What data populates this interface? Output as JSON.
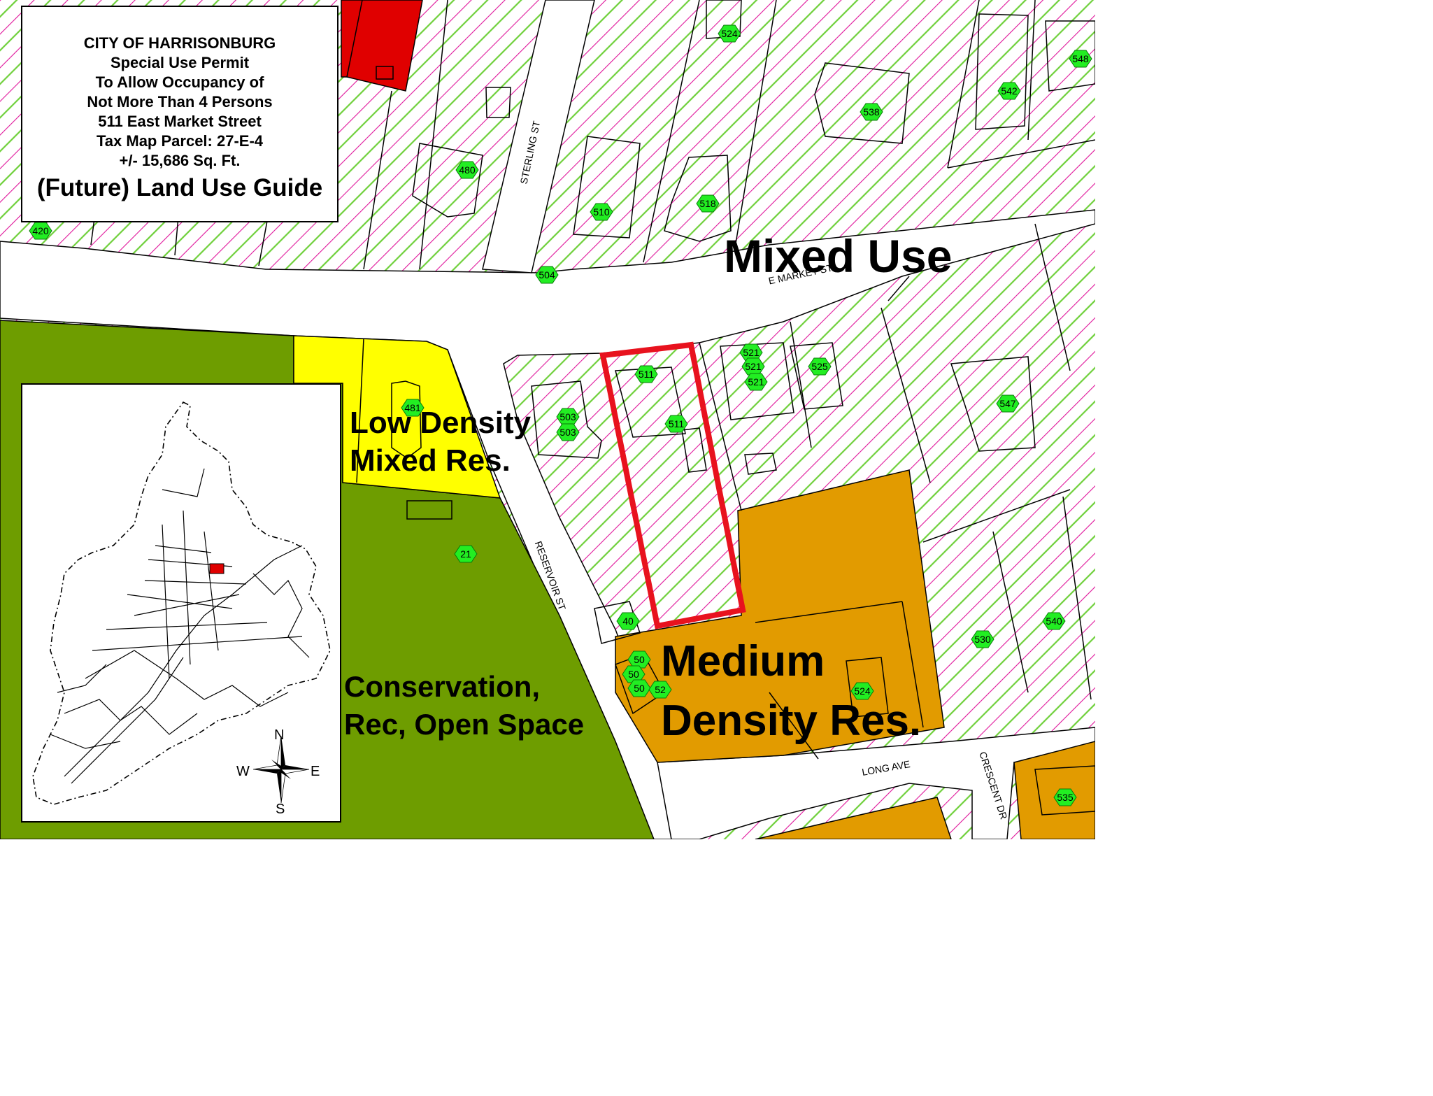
{
  "title": {
    "lines": [
      "CITY OF HARRISONBURG",
      "Special Use Permit",
      "To Allow Occupancy of",
      "Not More Than 4 Persons",
      "511 East Market Street",
      "Tax Map Parcel: 27-E-4",
      "+/- 15,686 Sq. Ft."
    ],
    "subtitle": "(Future) Land Use Guide"
  },
  "zones": {
    "mixed_use": "Mixed Use",
    "low_density_1": "Low Density",
    "low_density_2": "Mixed Res.",
    "medium_density_1": "Medium",
    "medium_density_2": "Density Res.",
    "conservation_1": "Conservation,",
    "conservation_2": "Rec, Open Space"
  },
  "streets": {
    "sterling": "STERLING ST",
    "e_market": "E MARKET ST",
    "reservoir": "RESERVOIR ST",
    "long_ave": "LONG AVE",
    "crescent": "CRESCENT DR"
  },
  "address_labels": [
    "524",
    "548",
    "542",
    "538",
    "480",
    "510",
    "518",
    "420",
    "504",
    "511",
    "511",
    "521",
    "521",
    "521",
    "525",
    "547",
    "503",
    "503",
    "481",
    "21",
    "40",
    "50",
    "50",
    "50",
    "52",
    "524",
    "530",
    "540",
    "535"
  ],
  "compass": {
    "n": "N",
    "s": "S",
    "e": "E",
    "w": "W"
  },
  "colors": {
    "mixed_use_hatch_pink": "#e0169b",
    "mixed_use_hatch_green": "#6ed03a",
    "low_density": "#ffff00",
    "medium_density": "#e29b00",
    "conservation": "#6e9d00",
    "commercial_red": "#e00000",
    "subject_outline": "#e8121e",
    "address_badge": "#22ee22"
  }
}
